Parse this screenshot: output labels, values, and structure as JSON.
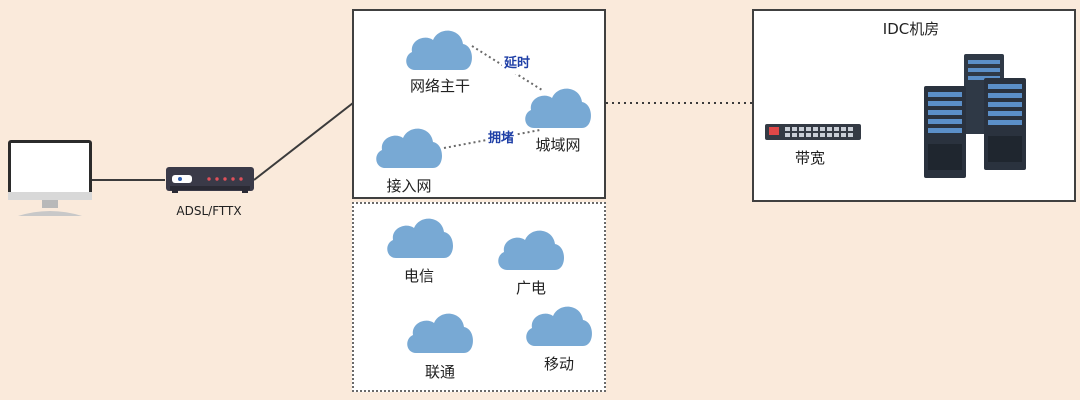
{
  "colors": {
    "background": "#faeadb",
    "cloud": "#78a9d4",
    "link_blue": "#1f3fa6"
  },
  "device": {
    "computer_icon": "desktop-computer-icon",
    "modem_icon": "modem-icon",
    "modem_label": "ADSL/FTTX"
  },
  "network": {
    "backbone": "网络主干",
    "metro": "城域网",
    "access": "接入网",
    "latency": "延时",
    "congestion": "拥堵"
  },
  "isps": {
    "telecom": "电信",
    "broadcast": "广电",
    "unicom": "联通",
    "mobile": "移动"
  },
  "idc": {
    "title": "IDC机房",
    "switch_icon": "network-switch-icon",
    "bandwidth": "带宽",
    "servers_icon": "server-rack-icon"
  }
}
